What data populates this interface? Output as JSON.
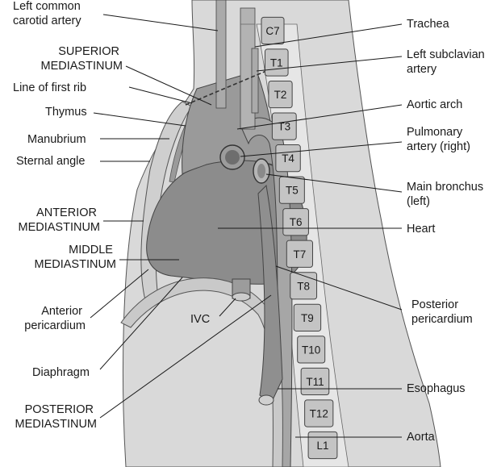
{
  "labels_left": {
    "left_common_carotid": [
      "Left common",
      "carotid artery"
    ],
    "superior_mediastinum": [
      "SUPERIOR",
      "MEDIASTINUM"
    ],
    "line_first_rib": "Line of first rib",
    "thymus": "Thymus",
    "manubrium": "Manubrium",
    "sternal_angle": "Sternal angle",
    "anterior_mediastinum": [
      "ANTERIOR",
      "MEDIASTINUM"
    ],
    "middle_mediastinum": [
      "MIDDLE",
      "MEDIASTINUM"
    ],
    "anterior_pericardium": [
      "Anterior",
      "pericardium"
    ],
    "diaphragm": "Diaphragm",
    "posterior_mediastinum": [
      "POSTERIOR",
      "MEDIASTINUM"
    ]
  },
  "labels_right": {
    "trachea": "Trachea",
    "left_subclavian": [
      "Left subclavian",
      "artery"
    ],
    "aortic_arch": "Aortic arch",
    "pulmonary_artery": [
      "Pulmonary",
      "artery (right)"
    ],
    "main_bronchus": [
      "Main bronchus",
      "(left)"
    ],
    "heart": "Heart",
    "posterior_pericardium": [
      "Posterior",
      "pericardium"
    ],
    "esophagus": "Esophagus",
    "aorta": "Aorta"
  },
  "ivc_label": "IVC",
  "vertebrae": [
    "C7",
    "T1",
    "T2",
    "T3",
    "T4",
    "T5",
    "T6",
    "T7",
    "T8",
    "T9",
    "T10",
    "T11",
    "T12",
    "L1"
  ],
  "colors": {
    "body": "#d9d9d9",
    "mediastinum": "#8c8c8c",
    "upper_mediastinum": "#9a9a9a",
    "bone": "#c4c4c4",
    "line": "#1a1a1a"
  }
}
